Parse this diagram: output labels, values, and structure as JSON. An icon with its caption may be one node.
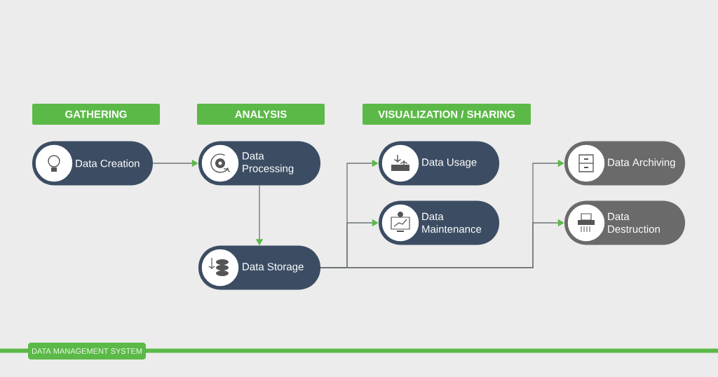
{
  "diagram": {
    "nodes": [
      {
        "text": [
          "GATHERING"
        ]
      },
      {
        "text": [
          "ANALYSIS"
        ]
      },
      {
        "text": [
          "VISUALIZATION / SHARING"
        ]
      },
      {
        "text": [
          "Data Creation"
        ]
      },
      {
        "text": [
          "Data Processing"
        ]
      },
      {
        "text": [
          "Data Storage"
        ]
      },
      {
        "text": [
          "Data Usage"
        ]
      },
      {
        "text": [
          "Data Maintenance"
        ]
      },
      {
        "text": [
          "Data Archiving"
        ]
      },
      {
        "text": [
          "Data Destruction"
        ]
      },
      {
        "text": [
          "DATA MANAGEMENT SYSTEM"
        ]
      }
    ],
    "edges": [
      {
        "from": 3,
        "to": 4,
        "arrow": "to"
      },
      {
        "from": 4,
        "to": 5,
        "arrow": "to"
      },
      {
        "from": 5,
        "to": 6,
        "arrow": "to"
      },
      {
        "from": 5,
        "to": 7,
        "arrow": "to"
      },
      {
        "from": 5,
        "to": 8,
        "arrow": "to"
      },
      {
        "from": 5,
        "to": 9,
        "arrow": "to"
      }
    ]
  }
}
